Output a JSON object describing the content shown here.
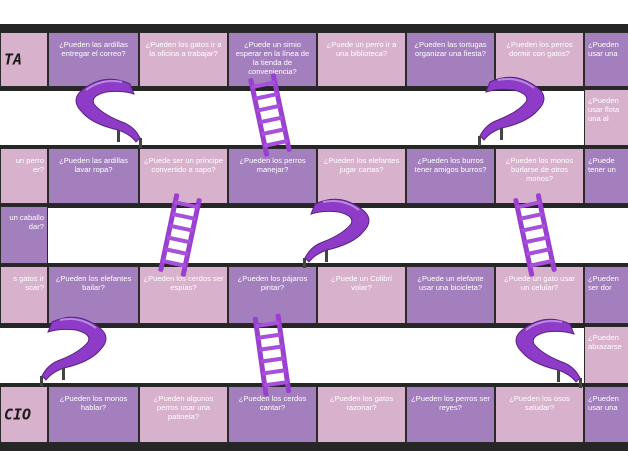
{
  "colors": {
    "dark_cell": "#a37fbd",
    "light_cell": "#d8b2cd",
    "frame": "#262626",
    "ladder": "#9a3fd0",
    "boot": "#8e3bc7"
  },
  "board": {
    "rows": [
      {
        "label": "TA",
        "cells": [
          "¿Pueden las ardillas entregar el correo?",
          "¿Pueden los gatos ir a la oficina a trabajar?",
          "¿Puede un simio esperar en la línea de la tienda de conveniencia?",
          "¿Puede un perro ir a una biblioteca?",
          "¿Pueden las tortugas organizar una fiesta?",
          "¿Pueden los perros dormir con gatos?",
          "¿Pueden usar una"
        ]
      },
      {
        "side_right": "¿Pueden usar flota una al"
      },
      {
        "side_left": "un perro er?",
        "cells": [
          "¿Pueden las ardillas lavar ropa?",
          "¿Puede ser un príncipe convertido a sapo?",
          "¿Pueden los perros manejar?",
          "¿Pueden los elefantes jugar cartas?",
          "¿Pueden los burros tener amigos burros?",
          "¿Pueden los monos burlarse de otros monos?",
          "¿Puede tener un"
        ]
      },
      {
        "side_left": "un caballo dar?"
      },
      {
        "side_left": "s gatos ir scar?",
        "cells": [
          "¿Pueden los elefantes bailar?",
          "¿Pueden los cerdos ser espías?",
          "¿Pueden los pájaros pintar?",
          "¿Puede un Colibrí volar?",
          "¿Puede un elefante usar una bicicleta?",
          "¿Puede un gato usar un celular?",
          "¿Pueden ser dor"
        ]
      },
      {
        "side_right": "¿Pueden abrazarse"
      },
      {
        "label": "CIO",
        "cells": [
          "¿Pueden los monos hablar?",
          "¿Pueden algunos perros usar una patineta?",
          "¿Pueden los cerdos cantar?",
          "¿Pueden los gatos razonar?",
          "¿Pueden los perros ser reyes?",
          "¿Pueden los osos saludar?",
          "¿Pueden usar una"
        ]
      }
    ]
  }
}
